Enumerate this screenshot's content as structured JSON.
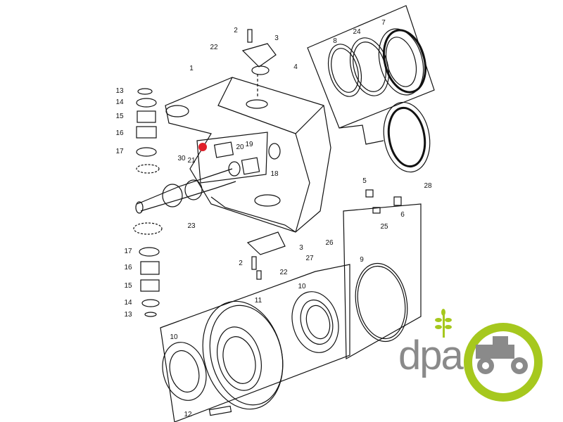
{
  "diagram": {
    "title": "Front axle steering knuckle exploded parts diagram",
    "highlight_color": "#e0202a",
    "callouts": [
      {
        "id": "c1",
        "text": "2"
      },
      {
        "id": "c2",
        "text": "3"
      },
      {
        "id": "c3",
        "text": "22"
      },
      {
        "id": "c4",
        "text": "4"
      },
      {
        "id": "c5",
        "text": "1"
      },
      {
        "id": "c6",
        "text": "8"
      },
      {
        "id": "c7",
        "text": "24"
      },
      {
        "id": "c8",
        "text": "7"
      },
      {
        "id": "c9",
        "text": "13"
      },
      {
        "id": "c10",
        "text": "14"
      },
      {
        "id": "c11",
        "text": "15"
      },
      {
        "id": "c12",
        "text": "16"
      },
      {
        "id": "c13",
        "text": "17"
      },
      {
        "id": "c14",
        "text": "30"
      },
      {
        "id": "c15",
        "text": "21"
      },
      {
        "id": "c16",
        "text": "20"
      },
      {
        "id": "c17",
        "text": "19"
      },
      {
        "id": "c18",
        "text": "18"
      },
      {
        "id": "c19",
        "text": "28"
      },
      {
        "id": "c20",
        "text": "5"
      },
      {
        "id": "c21",
        "text": "25"
      },
      {
        "id": "c22",
        "text": "6"
      },
      {
        "id": "c23",
        "text": "23"
      },
      {
        "id": "c24",
        "text": "26"
      },
      {
        "id": "c25",
        "text": "17"
      },
      {
        "id": "c26",
        "text": "16"
      },
      {
        "id": "c27",
        "text": "15"
      },
      {
        "id": "c28",
        "text": "14"
      },
      {
        "id": "c29",
        "text": "13"
      },
      {
        "id": "c30",
        "text": "3"
      },
      {
        "id": "c31",
        "text": "27"
      },
      {
        "id": "c32",
        "text": "2"
      },
      {
        "id": "c33",
        "text": "22"
      },
      {
        "id": "c34",
        "text": "9"
      },
      {
        "id": "c35",
        "text": "10"
      },
      {
        "id": "c36",
        "text": "11"
      },
      {
        "id": "c37",
        "text": "10"
      },
      {
        "id": "c38",
        "text": "12"
      }
    ]
  },
  "logo": {
    "text": "dpa",
    "green": "#a6c81e",
    "gray": "#8a8a8a"
  }
}
